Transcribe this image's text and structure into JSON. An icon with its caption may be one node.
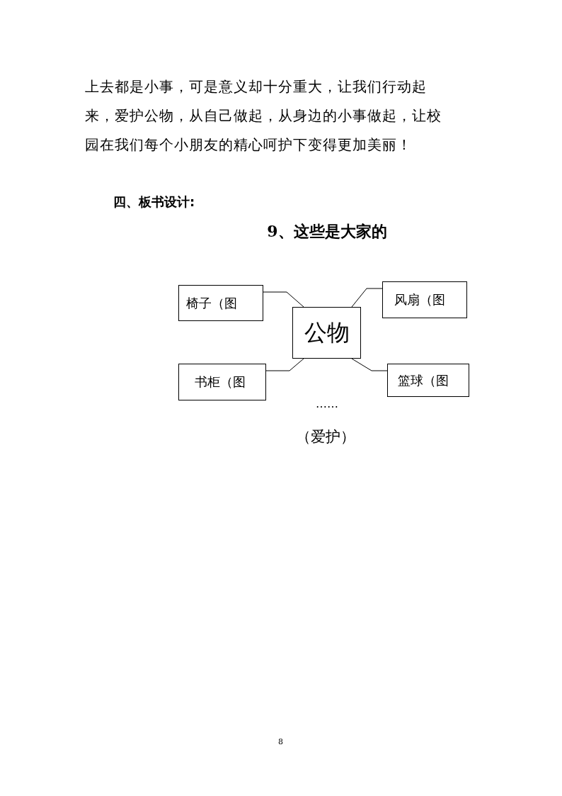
{
  "diagram": {
    "title": "9、这些是大家的",
    "nodes": [
      {
        "text": [
          "公物"
        ]
      },
      {
        "text": [
          "椅子（图"
        ]
      },
      {
        "text": [
          "风扇（图"
        ]
      },
      {
        "text": [
          "书柜（图"
        ]
      },
      {
        "text": [
          "篮球（图"
        ]
      }
    ],
    "edges": [
      {
        "from": 1,
        "to": 0,
        "arrow": "none"
      },
      {
        "from": 2,
        "to": 0,
        "arrow": "none"
      },
      {
        "from": 3,
        "to": 0,
        "arrow": "none"
      },
      {
        "from": 4,
        "to": 0,
        "arrow": "none"
      }
    ],
    "labels": [
      "上去都是小事，可是意义却十分重大，让我们行动起来，爱护公物，从自己做起，从身边的小事做起，让校园在我们每个小朋友的精心呵护下变得更加美丽！",
      "四、板书设计:",
      "……",
      "（爱护）",
      "8"
    ]
  }
}
